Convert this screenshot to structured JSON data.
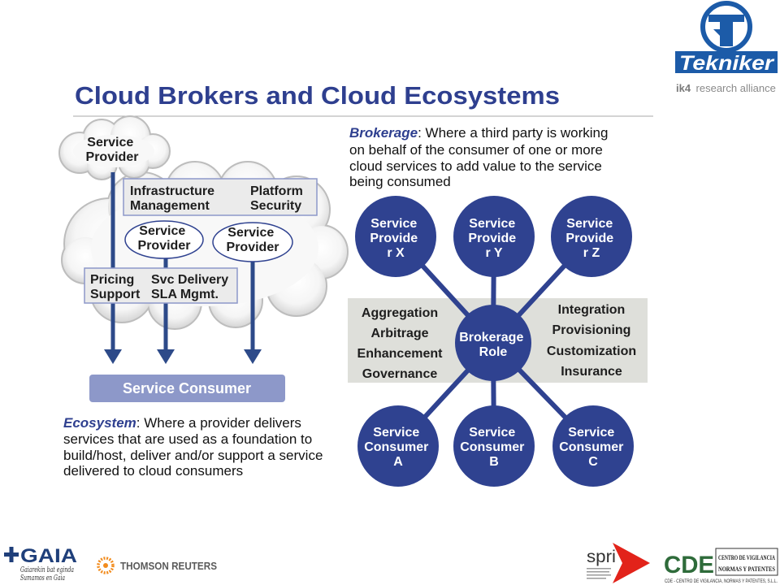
{
  "slide": {
    "title": "Cloud Brokers and Cloud Ecosystems"
  },
  "ecosystem_diagram": {
    "top_provider": [
      "Service",
      "Provider"
    ],
    "infrastructure_box": {
      "left": [
        "Infrastructure",
        "Management"
      ],
      "right": [
        "Platform",
        "Security"
      ]
    },
    "inner_providers": [
      [
        "Service",
        "Provider"
      ],
      [
        "Service",
        "Provider"
      ]
    ],
    "delivery_box": {
      "left": [
        "Pricing",
        "Support"
      ],
      "right": [
        "Svc Delivery",
        "SLA Mgmt."
      ]
    },
    "consumer_bar": "Service Consumer"
  },
  "ecosystem_definition": {
    "term": "Ecosystem",
    "lines": [
      ": Where a provider delivers",
      "services that are used as a foundation to",
      "build/host, deliver and/or support a service",
      "delivered to cloud consumers"
    ]
  },
  "brokerage_definition": {
    "term": "Brokerage",
    "lines": [
      ": Where a third party is working",
      "on behalf of the consumer of one or more",
      "cloud services to add value to the service",
      "being consumed"
    ]
  },
  "brokerage_diagram": {
    "center_label": [
      "Brokerage",
      "Role"
    ],
    "providers": [
      [
        "Service",
        "Provide",
        "r X"
      ],
      [
        "Service",
        "Provide",
        "r Y"
      ],
      [
        "Service",
        "Provide",
        "r Z"
      ]
    ],
    "consumers": [
      [
        "Service",
        "Consumer",
        "A"
      ],
      [
        "Service",
        "Consumer",
        "B"
      ],
      [
        "Service",
        "Consumer",
        "C"
      ]
    ],
    "left_functions": [
      "Aggregation",
      "Arbitrage",
      "Enhancement",
      "Governance"
    ],
    "right_functions": [
      "Integration",
      "Provisioning",
      "Customization",
      "Insurance"
    ]
  },
  "logos": {
    "tekniker": {
      "wordmark": "Tekniker",
      "alliance_prefix": "ik4",
      "alliance_text": "research alliance"
    },
    "gaia": {
      "wordmark": "GAIA",
      "tagline_line1": "Gaiarekin bat eginda",
      "tagline_line2": "Sumamos en Gaia"
    },
    "thomson_reuters": {
      "wordmark": "THOMSON REUTERS"
    },
    "spri": {
      "wordmark": "spri"
    },
    "cde": {
      "wordmark": "CDE",
      "box_line1": "CENTRO DE VIGILANCIA",
      "box_line2": "NORMAS Y PATENTES",
      "caption": "CDE - CENTRO DE VIGILANCIA, NORMAS Y PATENTES, S.L.L."
    }
  },
  "colors": {
    "title": "#2E3F8F",
    "accent_blue": "#2F4290",
    "arrow": "#2D4A89",
    "consumer_bar": "#8D98C9",
    "band": "#DEDFDA",
    "box_fill": "#EBEBEB",
    "box_stroke": "#8D98C9",
    "tekniker_blue": "#1C5BA8",
    "gaia_blue": "#1F3F7A",
    "thomson_orange": "#F28C1E",
    "spri_red": "#E2231A",
    "cde_green": "#2E6B3A"
  }
}
